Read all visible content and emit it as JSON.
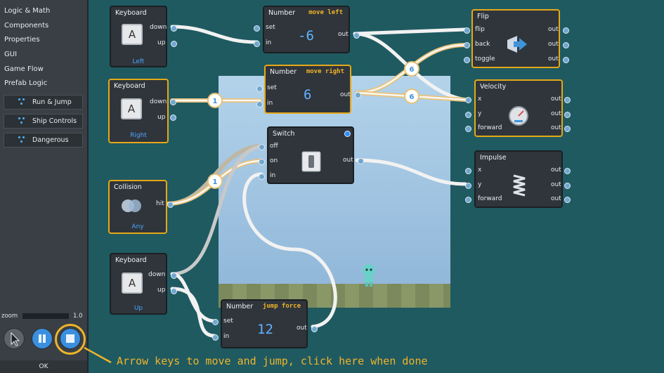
{
  "sidebar": {
    "categories": [
      "Logic & Math",
      "Components",
      "Properties",
      "GUI",
      "Game Flow",
      "Prefab Logic"
    ],
    "prefabs": [
      "Run & Jump",
      "Ship Controls",
      "Dangerous"
    ],
    "zoom_label": "zoom",
    "zoom_value": "1.0",
    "ok_label": "OK",
    "tools": [
      "pointer-icon",
      "pause-icon",
      "stop-icon"
    ]
  },
  "nodes": {
    "keyboard_left": {
      "title": "Keyboard",
      "key": "A",
      "ports": [
        "down",
        "up"
      ],
      "footer": "Left"
    },
    "keyboard_right": {
      "title": "Keyboard",
      "key": "A",
      "ports": [
        "down",
        "up"
      ],
      "footer": "Right"
    },
    "keyboard_up": {
      "title": "Keyboard",
      "key": "A",
      "ports": [
        "down",
        "up"
      ],
      "footer": "Up"
    },
    "collision": {
      "title": "Collision",
      "port": "hit",
      "footer": "Any"
    },
    "number_move_left": {
      "title": "Number",
      "subtitle": "move left",
      "value": "-6",
      "in_ports": [
        "set",
        "in"
      ],
      "out_port": "out"
    },
    "number_move_right": {
      "title": "Number",
      "subtitle": "move right",
      "value": "6",
      "in_ports": [
        "set",
        "in"
      ],
      "out_port": "out"
    },
    "number_jump_force": {
      "title": "Number",
      "subtitle": "jump force",
      "value": "12",
      "in_ports": [
        "set",
        "in"
      ],
      "out_port": "out"
    },
    "switch": {
      "title": "Switch",
      "in_ports": [
        "off",
        "on",
        "in"
      ],
      "out_port": "out"
    },
    "flip": {
      "title": "Flip",
      "in_ports": [
        "flip",
        "back",
        "toggle"
      ],
      "out_ports": [
        "out",
        "out",
        "out"
      ]
    },
    "velocity": {
      "title": "Velocity",
      "in_ports": [
        "x",
        "y",
        "forward"
      ],
      "out_ports": [
        "out",
        "out",
        "out"
      ]
    },
    "impulse": {
      "title": "Impulse",
      "in_ports": [
        "x",
        "y",
        "forward"
      ],
      "out_ports": [
        "out",
        "out",
        "out"
      ]
    }
  },
  "badges": [
    "6",
    "6",
    "1",
    "1"
  ],
  "hint": "Arrow keys to move and jump, click here when done",
  "colors": {
    "accent": "#f0b429",
    "port": "#6fa7cf",
    "wire": "#f2f2f2",
    "active_wire": "#e8c27a"
  }
}
